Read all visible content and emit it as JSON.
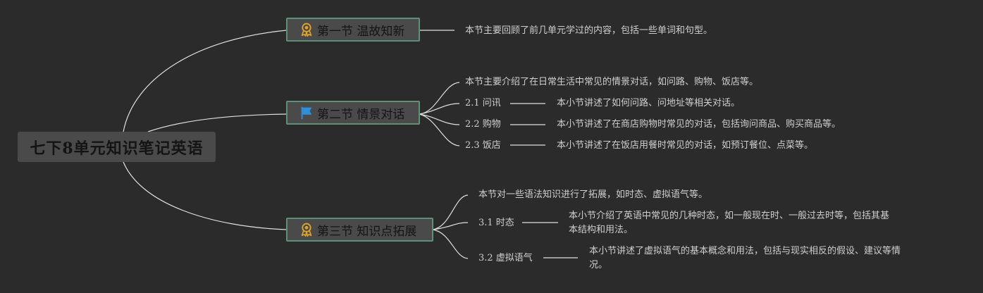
{
  "root": {
    "title": "七下8单元知识笔记英语"
  },
  "sections": [
    {
      "title": "第一节 温故知新",
      "icon": "award-icon",
      "summary": "本节主要回顾了前几单元学过的内容，包括一些单词和句型。"
    },
    {
      "title": "第二节 情景对话",
      "icon": "flag-icon",
      "summary": "本节主要介绍了在日常生活中常见的情景对话，如问路、购物、饭店等。",
      "items": [
        {
          "label": "2.1 问讯",
          "desc": "本小节讲述了如何问路、问地址等相关对话。"
        },
        {
          "label": "2.2 购物",
          "desc": "本小节讲述了在商店购物时常见的对话，包括询问商品、购买商品等。"
        },
        {
          "label": "2.3 饭店",
          "desc": "本小节讲述了在饭店用餐时常见的对话，如预订餐位、点菜等。"
        }
      ]
    },
    {
      "title": "第三节 知识点拓展",
      "icon": "award-icon",
      "summary": "本节对一些语法知识进行了拓展，如时态、虚拟语气等。",
      "items": [
        {
          "label": "3.1 时态",
          "desc_line1": "本小节介绍了英语中常见的几种时态，如一般现在时、一般过去时等，包括其基",
          "desc_line2": "本结构和用法。"
        },
        {
          "label": "3.2 虚拟语气",
          "desc_line1": "本小节讲述了虚拟语气的基本概念和用法，包括与现实相反的假设、建议等情",
          "desc_line2": "况。"
        }
      ]
    }
  ],
  "colors": {
    "background": "#2b2b2b",
    "node_fill": "#4a4a4a",
    "node_border": "#5e8f78",
    "line": "#e0e0e0",
    "text": "#cfcfcf",
    "award": "#e0a526",
    "flag": "#2f8fd8"
  }
}
